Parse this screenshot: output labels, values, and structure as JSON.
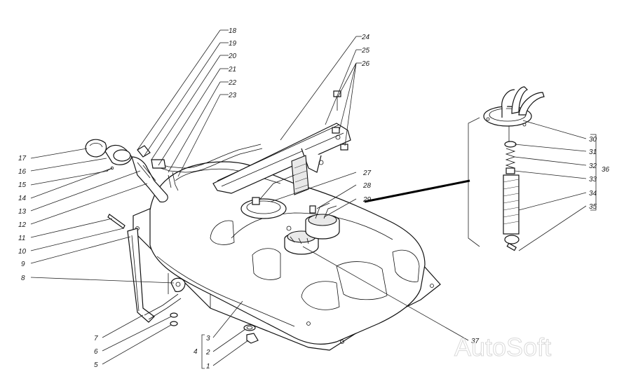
{
  "watermark": "AutoSoft",
  "callouts": [
    {
      "n": "1"
    },
    {
      "n": "2"
    },
    {
      "n": "3"
    },
    {
      "n": "4"
    },
    {
      "n": "5"
    },
    {
      "n": "6"
    },
    {
      "n": "7"
    },
    {
      "n": "8"
    },
    {
      "n": "9"
    },
    {
      "n": "10"
    },
    {
      "n": "11"
    },
    {
      "n": "12"
    },
    {
      "n": "13"
    },
    {
      "n": "14"
    },
    {
      "n": "15"
    },
    {
      "n": "16"
    },
    {
      "n": "17"
    },
    {
      "n": "18"
    },
    {
      "n": "19"
    },
    {
      "n": "20"
    },
    {
      "n": "21"
    },
    {
      "n": "22"
    },
    {
      "n": "23"
    },
    {
      "n": "24"
    },
    {
      "n": "25"
    },
    {
      "n": "26"
    },
    {
      "n": "27"
    },
    {
      "n": "28"
    },
    {
      "n": "29"
    },
    {
      "n": "30"
    },
    {
      "n": "31"
    },
    {
      "n": "32"
    },
    {
      "n": "33"
    },
    {
      "n": "34"
    },
    {
      "n": "35"
    },
    {
      "n": "36"
    },
    {
      "n": "37"
    }
  ]
}
